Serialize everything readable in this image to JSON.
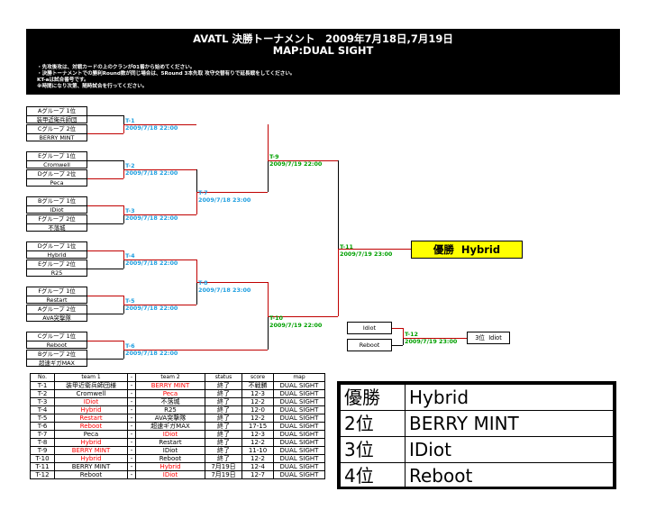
{
  "header": {
    "title": "AVATL 決勝トーナメント　2009年7月18日,7月19日",
    "map": "MAP:DUAL SIGHT",
    "notes": [
      "・先攻後攻は、対戦カードの上のクランが01番から始めてください。",
      "・決勝トーナメントでの勝利Round数が同じ場合は、5Round 3本先取 攻守交替有りで延長戦をしてください。",
      "KT-aは試合番号です。",
      "※時間になり次第、随時試合を行ってください。"
    ]
  },
  "teams": [
    {
      "group": "Aグループ 1位",
      "name": "装甲近衛兵師団"
    },
    {
      "group": "Cグループ 2位",
      "name": "BERRY MINT"
    },
    {
      "group": "Eグループ 1位",
      "name": "Cromwell"
    },
    {
      "group": "Dグループ 2位",
      "name": "Peca"
    },
    {
      "group": "Bグループ 1位",
      "name": "IDiot"
    },
    {
      "group": "Fグループ 2位",
      "name": "不落城"
    },
    {
      "group": "Dグループ 1位",
      "name": "Hybrid"
    },
    {
      "group": "Eグループ 2位",
      "name": "R25"
    },
    {
      "group": "Fグループ 1位",
      "name": "Restart"
    },
    {
      "group": "Aグループ 2位",
      "name": "AVA突撃隊"
    },
    {
      "group": "Cグループ 1位",
      "name": "Reboot"
    },
    {
      "group": "Bグループ 2位",
      "name": "超速ギガMAX"
    }
  ],
  "matches": {
    "t1": {
      "id": "T-1",
      "date": "2009/7/18 22:00"
    },
    "t2": {
      "id": "T-2",
      "date": "2009/7/18 22:00"
    },
    "t3": {
      "id": "T-3",
      "date": "2009/7/18 22:00"
    },
    "t4": {
      "id": "T-4",
      "date": "2009/7/18 22:00"
    },
    "t5": {
      "id": "T-5",
      "date": "2009/7/18 22:00"
    },
    "t6": {
      "id": "T-6",
      "date": "2009/7/18 22:00"
    },
    "t7": {
      "id": "T-7",
      "date": "2009/7/18 23:00"
    },
    "t8": {
      "id": "T-8",
      "date": "2009/7/18 23:00"
    },
    "t9": {
      "id": "T-9",
      "date": "2009/7/19 22:00"
    },
    "t10": {
      "id": "T-10",
      "date": "2009/7/19 22:00"
    },
    "t11": {
      "id": "T-11",
      "date": "2009/7/19 23:00"
    },
    "t12": {
      "id": "T-12",
      "date": "2009/7/19 23:00"
    }
  },
  "champion": {
    "label": "優勝",
    "name": "Hybrid"
  },
  "third_place_match": {
    "team1": "Idiot",
    "team2": "Reboot"
  },
  "third_place": {
    "label": "3位",
    "name": "Idiot"
  },
  "results_table": {
    "headers": [
      "No.",
      "team 1",
      "-",
      "team 2",
      "status",
      "score",
      "map"
    ],
    "rows": [
      {
        "no": "T-1",
        "team1": "装甲近衛兵師団様",
        "team1_red": false,
        "sep": "-",
        "team2": "BERRY MINT",
        "team2_red": true,
        "status": "終了",
        "score": "不戦勝",
        "map": "DUAL SIGHT"
      },
      {
        "no": "T-2",
        "team1": "Cromwell",
        "team1_red": false,
        "sep": "-",
        "team2": "Peca",
        "team2_red": true,
        "status": "終了",
        "score": "12-3",
        "map": "DUAL SIGHT"
      },
      {
        "no": "T-3",
        "team1": "IDiot",
        "team1_red": true,
        "sep": "-",
        "team2": "不落城",
        "team2_red": false,
        "status": "終了",
        "score": "12-2",
        "map": "DUAL SIGHT"
      },
      {
        "no": "T-4",
        "team1": "Hybrid",
        "team1_red": true,
        "sep": "-",
        "team2": "R25",
        "team2_red": false,
        "status": "終了",
        "score": "12-0",
        "map": "DUAL SIGHT"
      },
      {
        "no": "T-5",
        "team1": "Restart",
        "team1_red": true,
        "sep": "-",
        "team2": "AVA突撃隊",
        "team2_red": false,
        "status": "終了",
        "score": "12-2",
        "map": "DUAL SIGHT"
      },
      {
        "no": "T-6",
        "team1": "Reboot",
        "team1_red": true,
        "sep": "-",
        "team2": "超速ギガMAX",
        "team2_red": false,
        "status": "終了",
        "score": "17-15",
        "map": "DUAL SIGHT"
      },
      {
        "no": "T-7",
        "team1": "Peca",
        "team1_red": false,
        "sep": "-",
        "team2": "IDiot",
        "team2_red": true,
        "status": "終了",
        "score": "12-3",
        "map": "DUAL SIGHT"
      },
      {
        "no": "T-8",
        "team1": "Hybrid",
        "team1_red": true,
        "sep": "-",
        "team2": "Restart",
        "team2_red": false,
        "status": "終了",
        "score": "12-2",
        "map": "DUAL SIGHT"
      },
      {
        "no": "T-9",
        "team1": "BERRY MINT",
        "team1_red": true,
        "sep": "-",
        "team2": "IDiot",
        "team2_red": false,
        "status": "終了",
        "score": "11-10",
        "map": "DUAL SIGHT"
      },
      {
        "no": "T-10",
        "team1": "Hybrid",
        "team1_red": true,
        "sep": "-",
        "team2": "Reboot",
        "team2_red": false,
        "status": "終了",
        "score": "12-2",
        "map": "DUAL SIGHT"
      },
      {
        "no": "T-11",
        "team1": "BERRY MINT",
        "team1_red": false,
        "sep": "-",
        "team2": "Hybrid",
        "team2_red": true,
        "status": "7月19日",
        "score": "12-4",
        "map": "DUAL SIGHT"
      },
      {
        "no": "T-12",
        "team1": "Reboot",
        "team1_red": false,
        "sep": "-",
        "team2": "IDiot",
        "team2_red": true,
        "status": "7月19日",
        "score": "12-7",
        "map": "DUAL SIGHT"
      }
    ]
  },
  "ranking": [
    {
      "rank": "優勝",
      "team": "Hybrid"
    },
    {
      "rank": "2位",
      "team": "BERRY MINT"
    },
    {
      "rank": "3位",
      "team": "IDiot"
    },
    {
      "rank": "4位",
      "team": "Reboot"
    }
  ],
  "colors": {
    "winner_line": "#c00000",
    "match_label": "#1f9fe0",
    "final_label": "#00a000",
    "winner_highlight": "#ffff00",
    "loss_text": "#ff0000"
  }
}
